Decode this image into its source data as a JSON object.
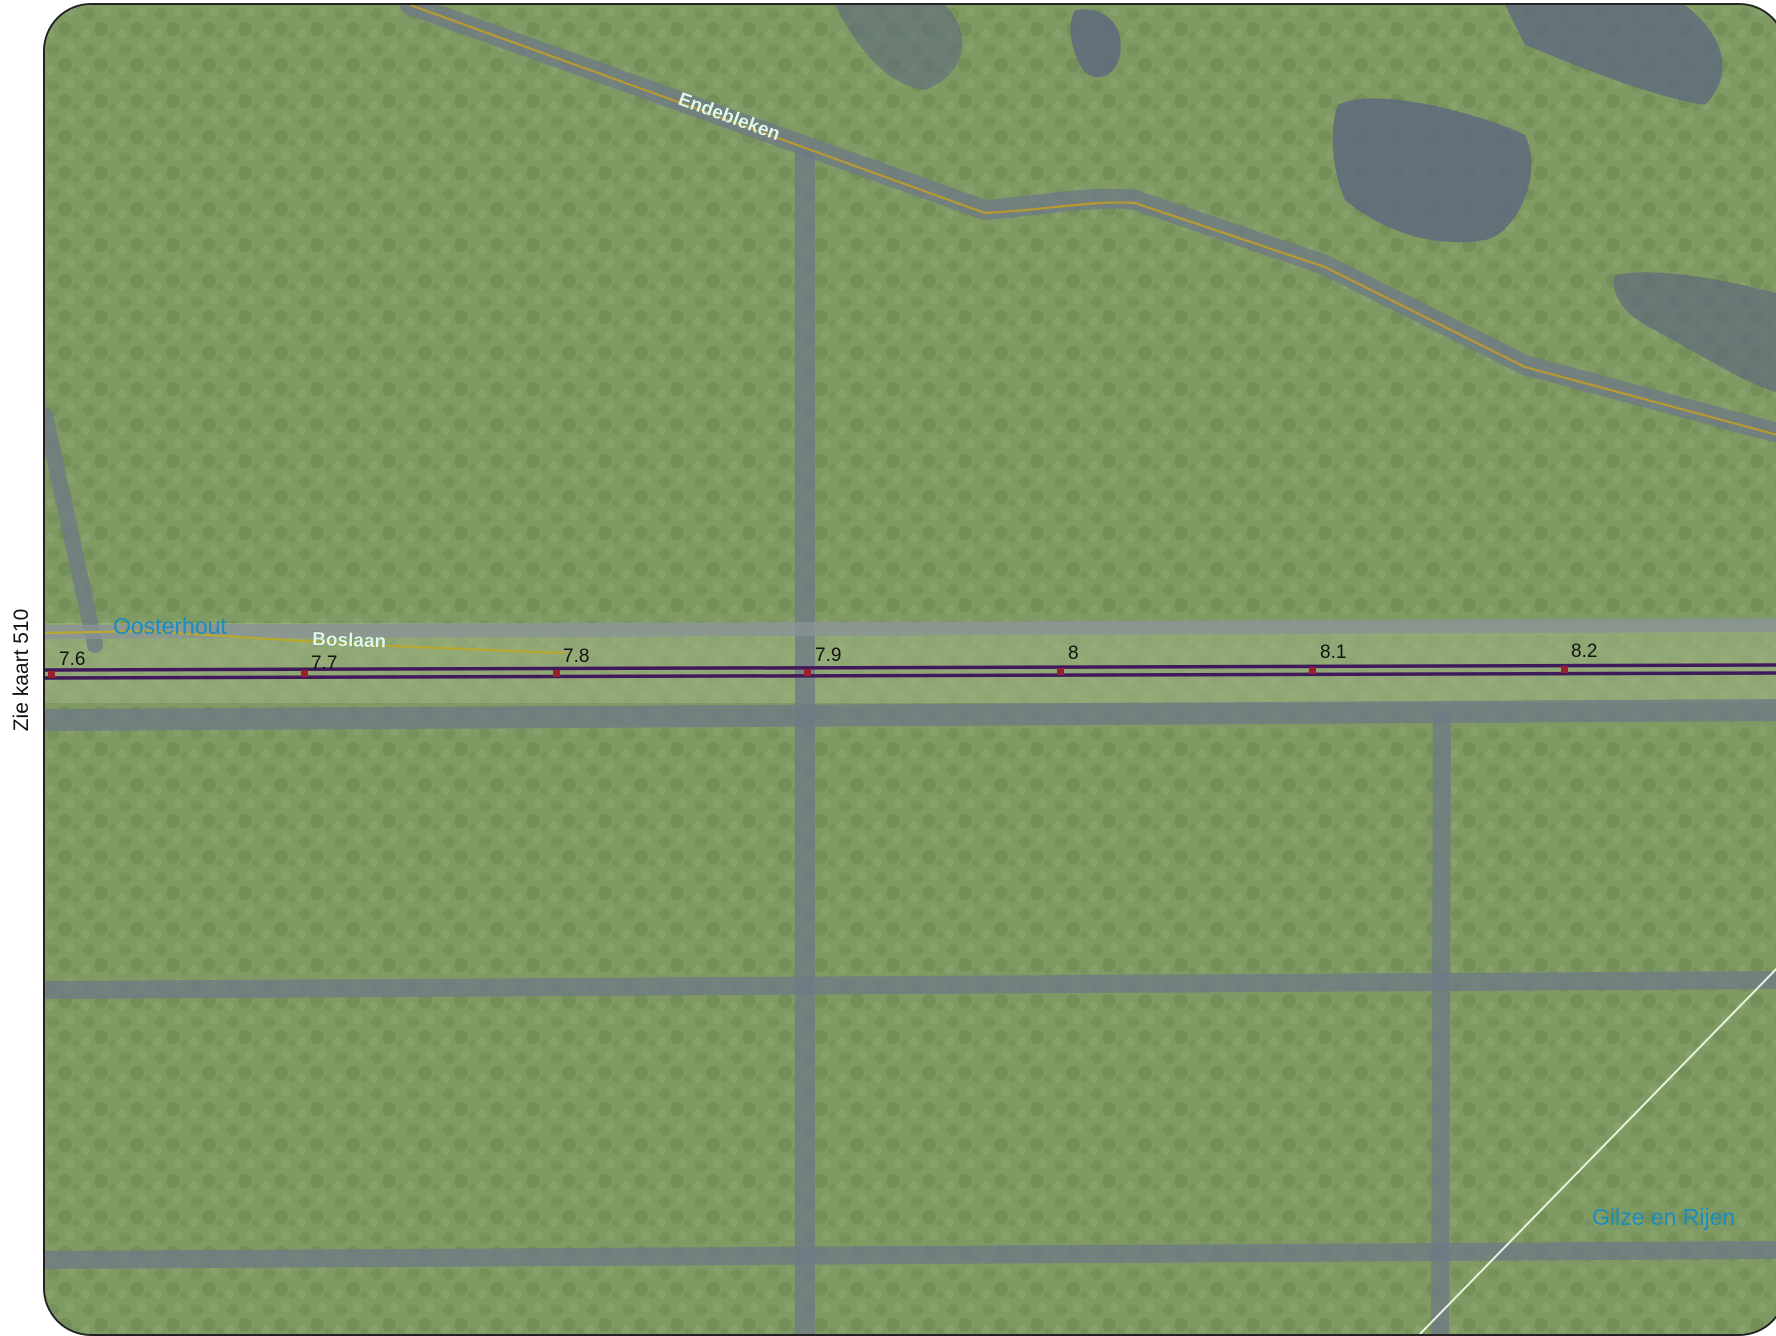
{
  "side_label": "Zie kaart 510",
  "places": {
    "oosterhout": "Oosterhout",
    "gilze": "Gilze en Rijen"
  },
  "streets": {
    "endebleken": "Endebleken",
    "boslaan": "Boslaan"
  },
  "km_markers": [
    "7.6",
    "7.7",
    "7.8",
    "7.9",
    "8",
    "8.1",
    "8.2"
  ],
  "colors": {
    "forest": "#7f9a62",
    "path": "#6f7a86",
    "water": "#5f6a7e",
    "route_line": "#3e1a5a",
    "road_line": "#b89a30",
    "place_label": "#1a8cc0",
    "km_dot": "#9a2030"
  }
}
